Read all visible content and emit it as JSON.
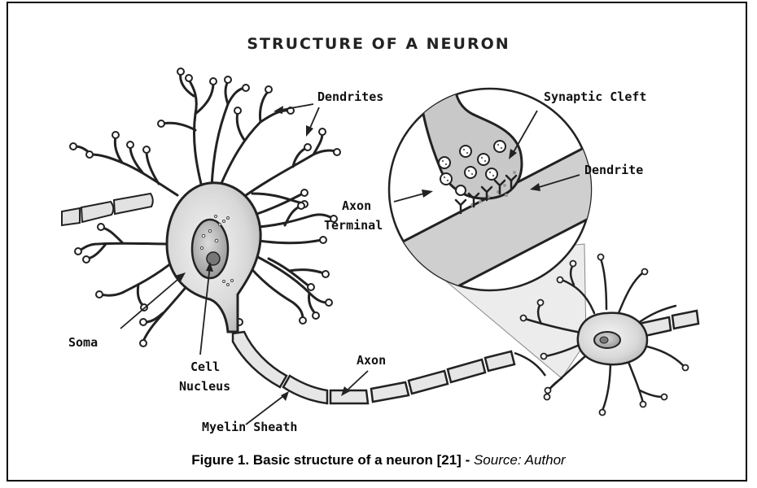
{
  "diagram": {
    "title": "STRUCTURE OF A NEURON",
    "labels": {
      "dendrites": "Dendrites",
      "synaptic_cleft": "Synaptic Cleft",
      "dendrite": "Dendrite",
      "axon_terminal_line1": "Axon",
      "axon_terminal_line2": "Terminal",
      "soma": "Soma",
      "cell_nucleus_line1": "Cell",
      "cell_nucleus_line2": "Nucleus",
      "axon": "Axon",
      "myelin_sheath": "Myelin Sheath"
    }
  },
  "caption": {
    "main": "Figure 1. Basic structure of a neuron [21] - ",
    "source": "Source: Author"
  }
}
